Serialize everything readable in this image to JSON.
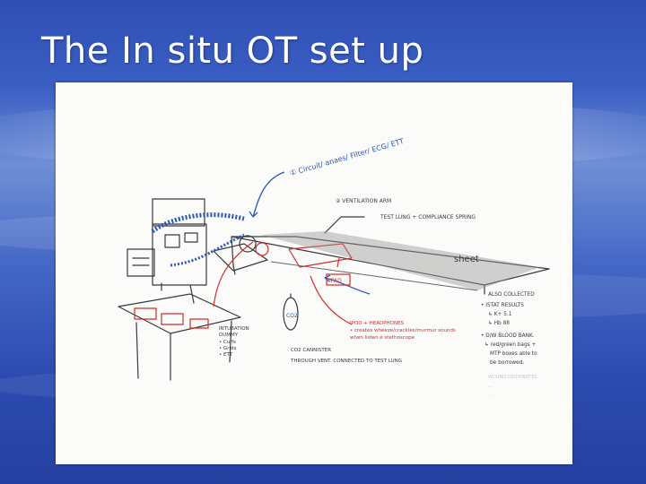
{
  "slide": {
    "title": "The In situ OT set up"
  },
  "sketch": {
    "circuit_note": "① Circuit/ anaes/ Filter/ ECG/ ETT",
    "ventilation_arm": "② VENTILATION ARM",
    "test_lung": "TEST LUNG + COMPLIANCE SPRING",
    "sheet": "sheet",
    "ipad": "IPAD",
    "co2_small": "CO2",
    "intubation_dummy": [
      "INTUBATION",
      "DUMMY",
      "• Cuffs",
      "• Grids",
      "• ETT"
    ],
    "ipod": [
      "IPOD + HEADPHONES",
      "• creates wheeze/crackles/murmur sounds",
      "when listen è stethoscope"
    ],
    "co2_canister": [
      "CO2 CANNISTER",
      "THROUGH VENT. CONNECTED TO TEST LUNG"
    ],
    "also_collected": [
      "ALSO COLLECTED",
      "• ISTAT RESULTS",
      "↳ K+ 5.1",
      "↳ Hb 88",
      "• D/W BLOOD BANK.",
      "↳ red/green bags +",
      "MTP boxes able to",
      "be borrowed."
    ],
    "hb_label": "HB 88",
    "notes_faint": [
      "WOUND DISTRIBUTES",
      "...",
      "..."
    ]
  },
  "colors": {
    "pencil": "#3a3a3a",
    "blue_ink": "#2a57b8",
    "red_ink": "#d42a2a",
    "sheet_shade": "#9a9a9a"
  }
}
